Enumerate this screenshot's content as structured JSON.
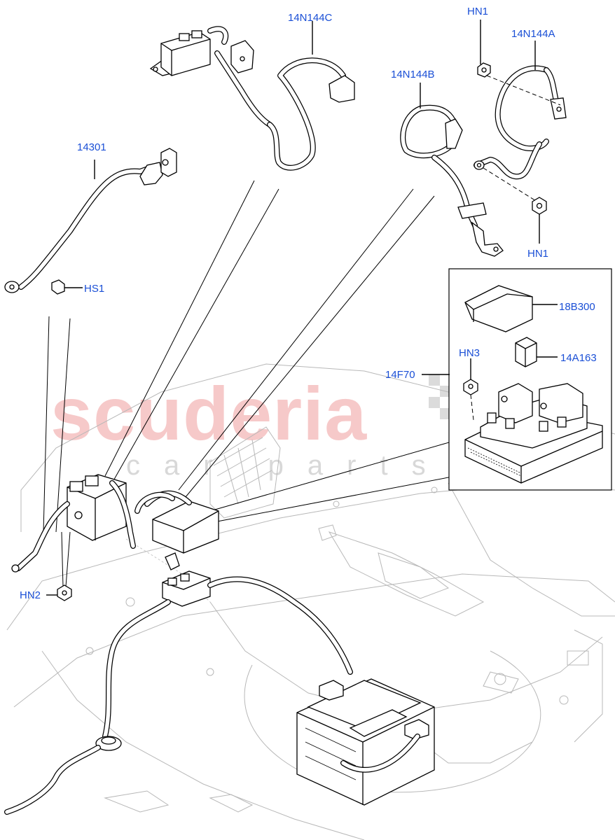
{
  "watermark": {
    "brand": "scuderia",
    "tagline": "car parts"
  },
  "labels": {
    "14N144C": "14N144C",
    "HN1_top": "HN1",
    "14N144A": "14N144A",
    "14N144B": "14N144B",
    "14301": "14301",
    "HS1": "HS1",
    "HN1_bottom": "HN1",
    "18B300": "18B300",
    "HN3": "HN3",
    "14A163": "14A163",
    "14F70": "14F70",
    "HN2": "HN2"
  }
}
